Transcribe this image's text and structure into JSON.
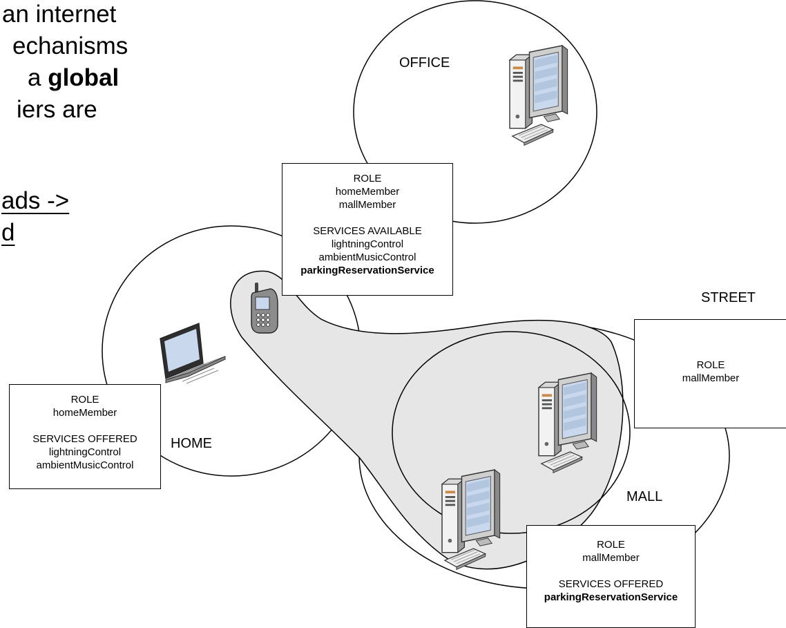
{
  "slide_text": {
    "line1": "an internet",
    "line2": "echanisms",
    "line3_prefix": "a ",
    "line3_bold": "global",
    "line4": "iers are",
    "line5": "ads ->",
    "line6": "d"
  },
  "places": {
    "office": "OFFICE",
    "street": "STREET",
    "home": "HOME",
    "mall": "MALL"
  },
  "boxes": {
    "phone": {
      "role_heading": "ROLE",
      "roles": [
        "homeMember",
        "mallMember"
      ],
      "services_heading": "SERVICES AVAILABLE",
      "services": [
        "lightningControl",
        "ambientMusicControl"
      ],
      "services_bold": "parkingReservationService"
    },
    "street": {
      "role_heading": "ROLE",
      "roles": [
        "mallMember"
      ]
    },
    "home": {
      "role_heading": "ROLE",
      "roles": [
        "homeMember"
      ],
      "services_heading": "SERVICES OFFERED",
      "services": [
        "lightningControl",
        "ambientMusicControl"
      ]
    },
    "mall": {
      "role_heading": "ROLE",
      "roles": [
        "mallMember"
      ],
      "services_heading": "SERVICES OFFERED",
      "services_bold": "parkingReservationService"
    }
  },
  "icons": [
    "desktop-computer-icon",
    "laptop-icon",
    "mobile-phone-icon"
  ],
  "colors": {
    "shaded_region": "#e6e6e6",
    "stroke": "#000000"
  }
}
